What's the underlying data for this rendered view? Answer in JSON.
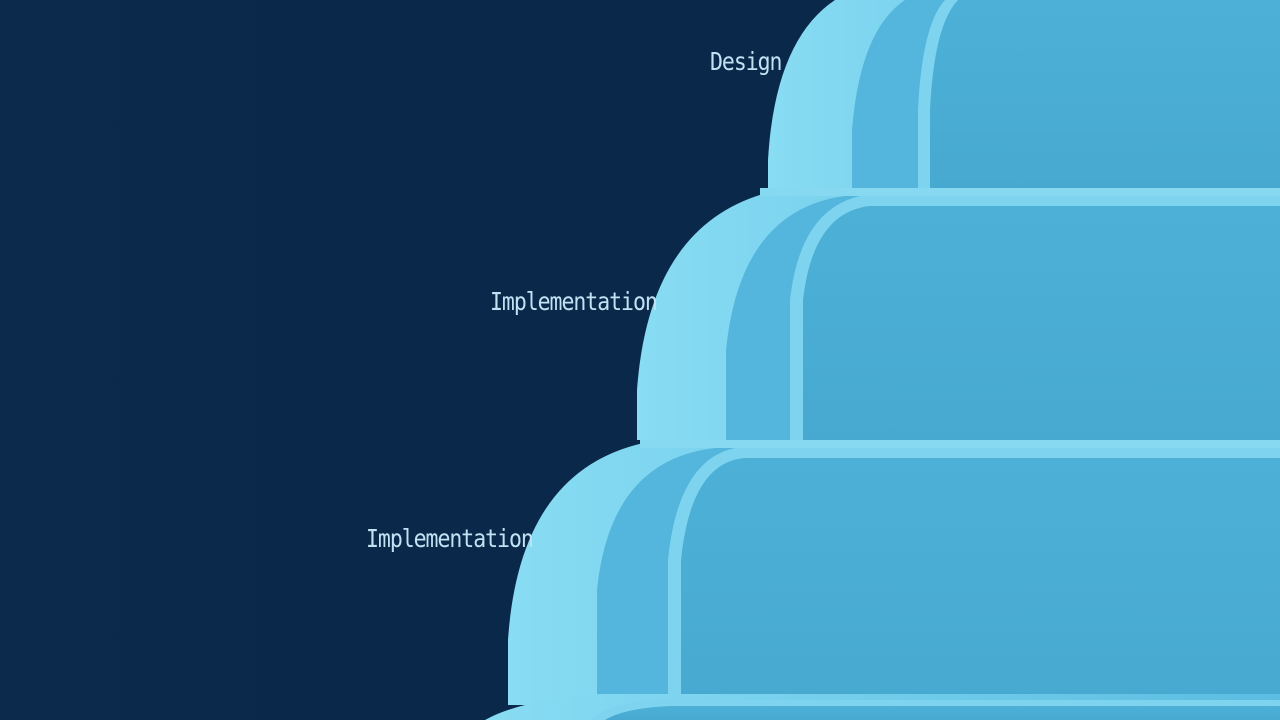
{
  "steps": [
    {
      "label": "Design"
    },
    {
      "label": "Implementation"
    },
    {
      "label": "Implementation"
    },
    {
      "label": ""
    }
  ],
  "colors": {
    "background": "#0a2849",
    "step_face": "#4aaed4",
    "step_edge": "#7fd3ee",
    "step_side": "#5ec0e3",
    "label_text": "#bfe3f3"
  }
}
